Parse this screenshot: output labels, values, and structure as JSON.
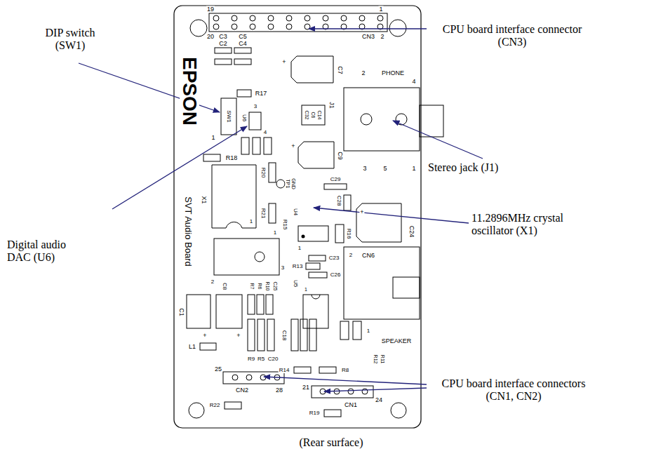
{
  "diagram": {
    "caption": "(Rear surface)",
    "labels": [
      "DIP switch (SW1)",
      "CPU board interface connector (CN3)",
      "Stereo jack (J1)",
      "11.2896MHz crystal oscillator (X1)",
      "Digital audio DAC (U6)",
      "CPU board interface connectors (CN1, CN2)",
      "19",
      "1",
      "20",
      "C3",
      "C5",
      "CN3",
      "2",
      "C2",
      "C4",
      "EPSON",
      "+",
      "C7",
      "2",
      "PHONE",
      "4",
      "R17",
      "SW1",
      "1",
      "U6",
      "3",
      "4",
      "C32",
      "C6",
      "C14",
      "J1",
      "R18",
      "R20",
      "+",
      "C9",
      "X1",
      "TP1",
      "GND",
      "C29",
      "C28",
      "R21",
      "U4",
      "1",
      "1",
      "R16",
      "+",
      "C24",
      "3",
      "5",
      "1",
      "SVT Audio Board",
      "R15",
      "1",
      "R13",
      "C23",
      "C26",
      "U5",
      "1",
      "3",
      "2",
      "CN6",
      "C25",
      "R10",
      "R6",
      "R7",
      "C8",
      "C1",
      "2",
      "L1",
      "+",
      "+",
      "C18",
      "SPEAKER",
      "1",
      "R12",
      "R11",
      "R9",
      "R5",
      "C20",
      "25",
      "R14",
      "R8",
      "21",
      "CN2",
      "28",
      "24",
      "CN1",
      "R22",
      "R19"
    ]
  }
}
